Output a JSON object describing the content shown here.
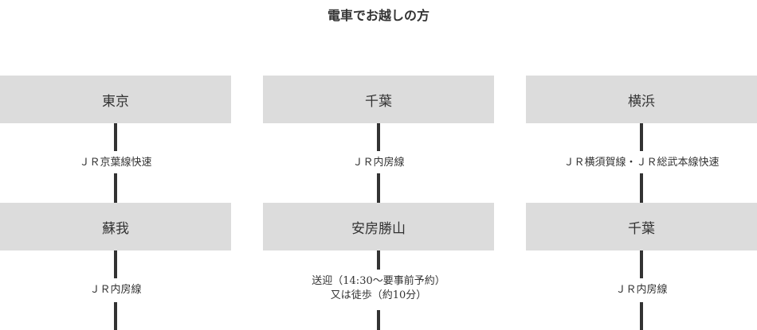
{
  "title": "電車でお越しの方",
  "columns": [
    {
      "from": "東京",
      "route1": "ＪＲ京葉線快速",
      "mid": "蘇我",
      "route2": "ＪＲ内房線",
      "route2b": ""
    },
    {
      "from": "千葉",
      "route1": "ＪＲ内房線",
      "mid": "安房勝山",
      "route2": "送迎（14:30〜要事前予約）",
      "route2b": "又は徒歩（約10分）"
    },
    {
      "from": "横浜",
      "route1": "ＪＲ横須賀線・ＪＲ総武本線快速",
      "mid": "千葉",
      "route2": "ＪＲ内房線",
      "route2b": ""
    }
  ]
}
